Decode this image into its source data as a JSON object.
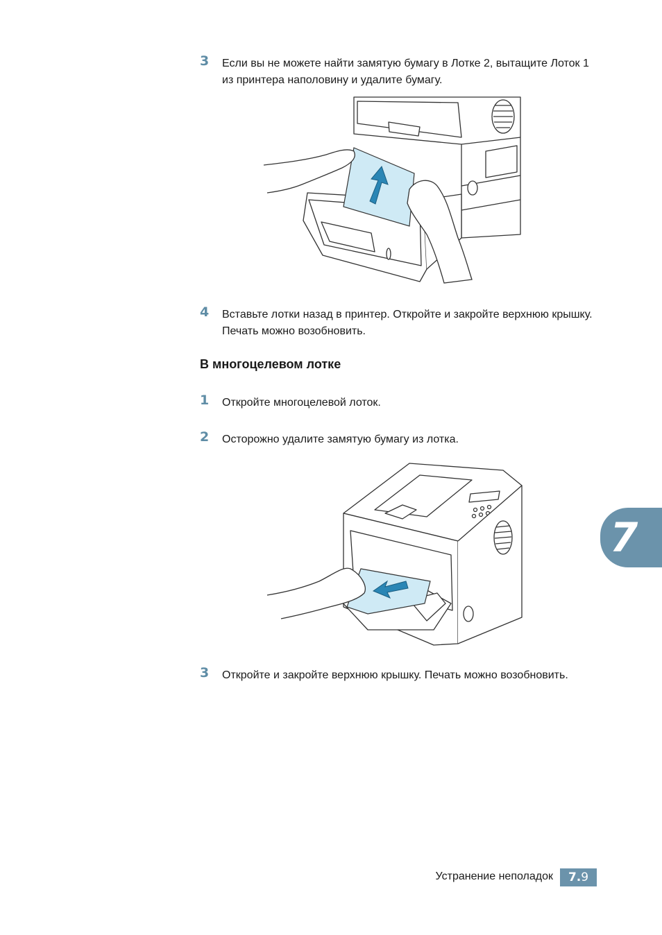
{
  "steps_top": [
    {
      "num": "3",
      "text": "Если вы не можете найти замятую бумагу в Лотке 2, вытащите Лоток 1 из принтера наполовину и удалите бумагу."
    },
    {
      "num": "4",
      "text": "Вставьте лотки назад в принтер. Откройте и закройте верхнюю крышку. Печать можно возобновить."
    }
  ],
  "section_heading": "В многоцелевом лотке",
  "steps_bottom": [
    {
      "num": "1",
      "text": "Откройте многоцелевой лоток."
    },
    {
      "num": "2",
      "text": "Осторожно удалите замятую бумагу из лотка."
    },
    {
      "num": "3",
      "text": "Откройте и закройте верхнюю крышку. Печать можно возобновить."
    }
  ],
  "chapter_tab": "7",
  "footer": {
    "section_label": "Устранение неполадок",
    "page_chapter": "7.",
    "page_number": "9"
  },
  "colors": {
    "accent": "#6b93ab",
    "step_number": "#5f8da6",
    "paper": "#cfeaf5",
    "arrow": "#2a86b5"
  }
}
